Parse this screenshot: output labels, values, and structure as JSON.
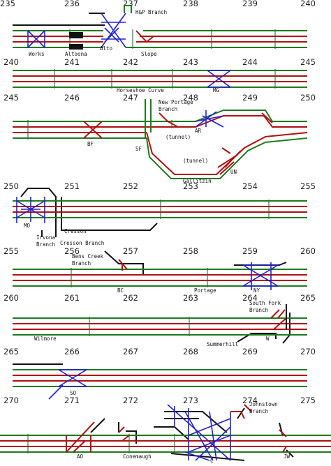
{
  "mileposts": [
    "235",
    "236",
    "237",
    "238",
    "239",
    "240",
    "241",
    "242",
    "243",
    "244",
    "245",
    "246",
    "247",
    "248",
    "249",
    "250",
    "251",
    "252",
    "253",
    "254",
    "255",
    "256",
    "257",
    "258",
    "259",
    "260",
    "261",
    "262",
    "263",
    "264",
    "265",
    "266",
    "267",
    "268",
    "269",
    "270",
    "271",
    "272",
    "273",
    "274",
    "275"
  ],
  "labels": {
    "works": "Works",
    "altoona": "Altoona",
    "alto": "Alto",
    "hsp_branch": "H&P Branch",
    "slope": "Slope",
    "horseshoe_curve": "Horseshoe Curve",
    "mg": "MG",
    "new_portage": "New Portage",
    "branch": "Branch",
    "ak": "AR",
    "bf": "BF",
    "sf": "SF",
    "tunnel": "(tunnel)",
    "gallitzin": "Gallitzin",
    "un": "UN",
    "mo": "MO",
    "cresson": "Cresson",
    "irvona": "Irvona",
    "cresson_branch": "Cresson Branch",
    "bens_creek": "Bens Creek",
    "bc": "BC",
    "portage": "Portage",
    "ny": "NY",
    "south_fork": "South Fork",
    "wilmore": "Wilmore",
    "w": "W",
    "summerhill": "Summerhill",
    "so": "SO",
    "johnstown": "Johnstown",
    "ao": "AO",
    "conemaugh": "Conemaugh",
    "c": "C",
    "jw": "JW"
  },
  "colors": {
    "green_track": "#1f7a1f",
    "red_track": "#b01010",
    "branch_track": "#111111",
    "interlocking": "#2020d0"
  }
}
